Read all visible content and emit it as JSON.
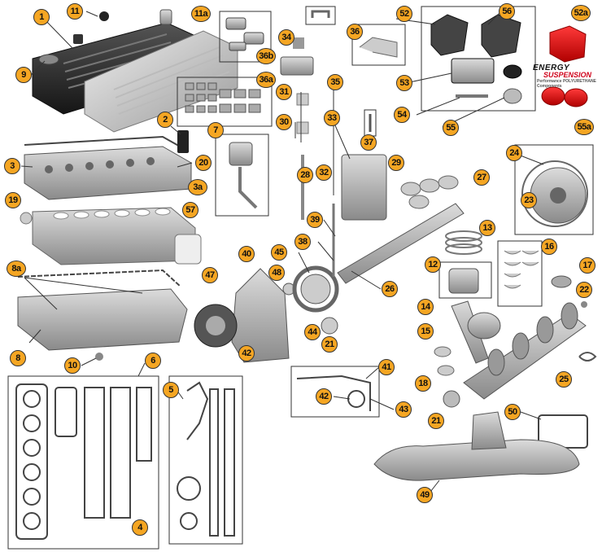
{
  "brand": {
    "line1": "ENERGY",
    "line2": "SUSPENSION",
    "tagline": "Performance POLYURETHANE Components"
  },
  "callouts": [
    "1",
    "11",
    "11a",
    "9",
    "34",
    "36",
    "52",
    "56",
    "52a",
    "36b",
    "35",
    "53",
    "36a",
    "31",
    "54",
    "30",
    "55",
    "33",
    "55a",
    "2",
    "37",
    "7",
    "3",
    "20",
    "3a",
    "32",
    "28",
    "29",
    "27",
    "24",
    "19",
    "39",
    "57",
    "23",
    "13",
    "38",
    "45",
    "40",
    "8a",
    "47",
    "48",
    "26",
    "16",
    "12",
    "17",
    "22",
    "14",
    "15",
    "44",
    "21",
    "42",
    "8",
    "10",
    "18",
    "25",
    "41",
    "6",
    "5",
    "42",
    "43",
    "21",
    "50",
    "4",
    "49"
  ],
  "colors": {
    "callout_fill": "#f5a623",
    "urethane_red": "#d0021b"
  }
}
